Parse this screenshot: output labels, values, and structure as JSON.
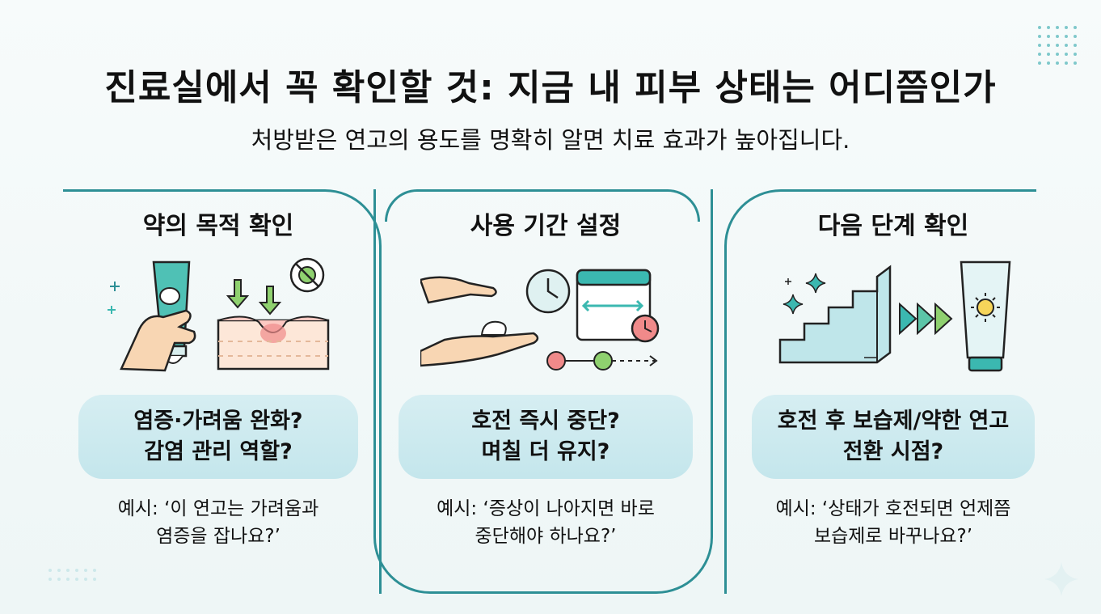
{
  "title": "진료실에서 꼭 확인할 것: 지금 내 피부 상태는 어디쯤인가",
  "subtitle": "처방받은 연고의 용도를 명확히 알면 치료 효과가 높아집니다.",
  "columns": [
    {
      "heading": "약의 목적 확인",
      "question_line1": "염증·가려움 완화?",
      "question_line2": "감염 관리 역할?",
      "example_line1": "예시: ‘이 연고는 가려움과",
      "example_line2": "염증을 잡나요?’"
    },
    {
      "heading": "사용 기간 설정",
      "question_line1": "호전 즉시 중단?",
      "question_line2": "며칠 더 유지?",
      "example_line1": "예시: ‘증상이 나아지면 바로",
      "example_line2": "중단해야 하나요?’"
    },
    {
      "heading": "다음 단계 확인",
      "question_line1": "호전 후 보습제/약한 연고",
      "question_line2": "전환 시점?",
      "example_line1": "예시: ‘상태가 호전되면 언제쯤",
      "example_line2": "보습제로 바꾸나요?’"
    }
  ],
  "colors": {
    "accent": "#2d8f95",
    "teal": "#3bb8b0",
    "bubble": "#cce9ee",
    "red": "#e86b6b",
    "green": "#7cc96a"
  }
}
